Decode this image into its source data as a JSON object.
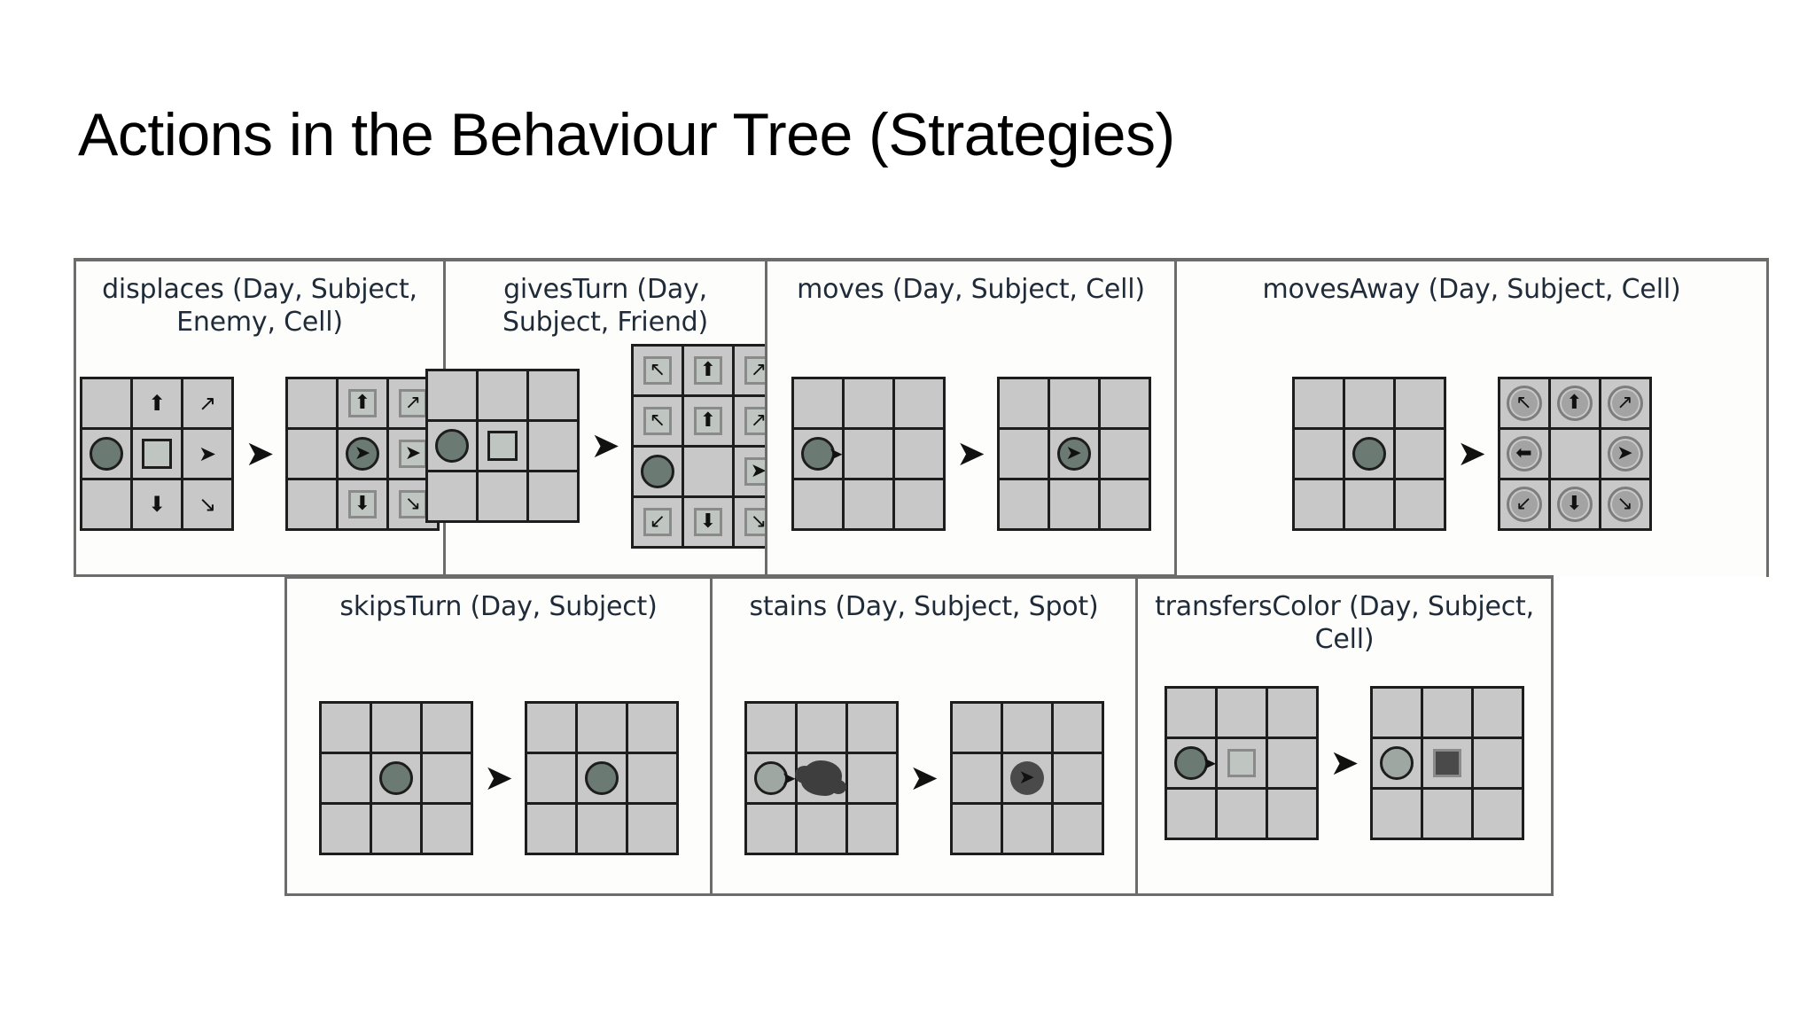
{
  "slide": {
    "title": "Actions in the Behaviour Tree (Strategies)"
  },
  "figure": {
    "rows": [
      {
        "name": "top-row",
        "panels": [
          {
            "id": "displaces",
            "title": "displaces (Day, Subject, Enemy, Cell)"
          },
          {
            "id": "givesTurn",
            "title": "givesTurn (Day, Subject, Friend)"
          },
          {
            "id": "moves",
            "title": "moves (Day, Subject, Cell)"
          },
          {
            "id": "movesAway",
            "title": "movesAway (Day, Subject, Cell)"
          }
        ]
      },
      {
        "name": "bottom-row",
        "panels": [
          {
            "id": "skipsTurn",
            "title": "skipsTurn (Day, Subject)"
          },
          {
            "id": "stains",
            "title": "stains (Day, Subject, Spot)"
          },
          {
            "id": "transfersColor",
            "title": "transfersColor (Day, Subject, Cell)"
          }
        ]
      }
    ]
  },
  "icons": {
    "step_arrow": "➤",
    "mini_arrow": "➤",
    "arrow_up": "⬆",
    "arrow_down": "⬇",
    "arrow_left": "⬅",
    "arrow_right": "➤",
    "arrow_up_left": "↖",
    "arrow_up_right": "↗",
    "arrow_down_left": "↙",
    "arrow_down_right": "↘"
  },
  "colors": {
    "subject_circle": "#6b7a73",
    "light_circle": "#9fa7a3",
    "cell_fill": "#c8c8c8",
    "grid_line": "#1d1d1d",
    "panel_border": "#6c6c6c",
    "panel_bg": "#fdfdfb",
    "title_text": "#1f2b38",
    "token_square": "#bfc6c2",
    "filled_square": "#4a4a4a",
    "stain": "#3e3e3e",
    "ring_circle": "#a3a3a3"
  },
  "diagrams": {
    "displaces": {
      "before": {
        "rows": 3,
        "cols": 3,
        "cells": [
          {
            "r": 0,
            "c": 1,
            "glyph": "arrow_up"
          },
          {
            "r": 0,
            "c": 2,
            "glyph": "arrow_up_right"
          },
          {
            "r": 1,
            "c": 0,
            "token": "circle"
          },
          {
            "r": 1,
            "c": 1,
            "token": "square"
          },
          {
            "r": 1,
            "c": 2,
            "glyph": "arrow_right"
          },
          {
            "r": 2,
            "c": 1,
            "glyph": "arrow_down"
          },
          {
            "r": 2,
            "c": 2,
            "glyph": "arrow_down_right"
          }
        ]
      },
      "after": {
        "rows": 3,
        "cols": 3,
        "cells": [
          {
            "r": 0,
            "c": 1,
            "token": "ghost-square",
            "glyph": "arrow_up"
          },
          {
            "r": 0,
            "c": 2,
            "token": "ghost-square",
            "glyph": "arrow_up_right"
          },
          {
            "r": 1,
            "c": 1,
            "token": "circle",
            "glyph": "arrow_right"
          },
          {
            "r": 1,
            "c": 2,
            "token": "ghost-square",
            "glyph": "arrow_right"
          },
          {
            "r": 2,
            "c": 1,
            "token": "ghost-square",
            "glyph": "arrow_down"
          },
          {
            "r": 2,
            "c": 2,
            "token": "ghost-square",
            "glyph": "arrow_down_right"
          }
        ]
      }
    },
    "givesTurn": {
      "before": {
        "rows": 3,
        "cols": 3,
        "cells": [
          {
            "r": 1,
            "c": 0,
            "token": "circle"
          },
          {
            "r": 1,
            "c": 1,
            "token": "square"
          }
        ]
      },
      "after": {
        "rows": 4,
        "cols": 3,
        "cells": [
          {
            "r": 0,
            "c": 0,
            "token": "ghost-square",
            "glyph": "arrow_up_left"
          },
          {
            "r": 0,
            "c": 1,
            "token": "ghost-square",
            "glyph": "arrow_up"
          },
          {
            "r": 0,
            "c": 2,
            "token": "ghost-square",
            "glyph": "arrow_up_right"
          },
          {
            "r": 1,
            "c": 0,
            "token": "ghost-square",
            "glyph": "arrow_up_left"
          },
          {
            "r": 1,
            "c": 1,
            "token": "ghost-square",
            "glyph": "arrow_up"
          },
          {
            "r": 1,
            "c": 2,
            "token": "ghost-square",
            "glyph": "arrow_up_right"
          },
          {
            "r": 2,
            "c": 0,
            "token": "circle"
          },
          {
            "r": 2,
            "c": 2,
            "token": "ghost-square",
            "glyph": "arrow_right"
          },
          {
            "r": 3,
            "c": 0,
            "token": "ghost-square",
            "glyph": "arrow_down_left"
          },
          {
            "r": 3,
            "c": 1,
            "token": "ghost-square",
            "glyph": "arrow_down"
          },
          {
            "r": 3,
            "c": 2,
            "token": "ghost-square",
            "glyph": "arrow_down_right"
          }
        ]
      }
    },
    "moves": {
      "before": {
        "rows": 3,
        "cols": 3,
        "cells": [
          {
            "r": 1,
            "c": 0,
            "token": "circle",
            "trail": "arrow_right"
          }
        ]
      },
      "after": {
        "rows": 3,
        "cols": 3,
        "cells": [
          {
            "r": 1,
            "c": 1,
            "token": "circle",
            "glyph": "arrow_right"
          }
        ]
      }
    },
    "movesAway": {
      "before": {
        "rows": 3,
        "cols": 3,
        "cells": [
          {
            "r": 1,
            "c": 1,
            "token": "circle"
          }
        ]
      },
      "after": {
        "rows": 3,
        "cols": 3,
        "cells": [
          {
            "r": 0,
            "c": 0,
            "token": "ring-circle",
            "glyph": "arrow_up_left"
          },
          {
            "r": 0,
            "c": 1,
            "token": "ring-circle",
            "glyph": "arrow_up"
          },
          {
            "r": 0,
            "c": 2,
            "token": "ring-circle",
            "glyph": "arrow_up_right"
          },
          {
            "r": 1,
            "c": 0,
            "token": "ring-circle",
            "glyph": "arrow_left"
          },
          {
            "r": 1,
            "c": 2,
            "token": "ring-circle",
            "glyph": "arrow_right"
          },
          {
            "r": 2,
            "c": 0,
            "token": "ring-circle",
            "glyph": "arrow_down_left"
          },
          {
            "r": 2,
            "c": 1,
            "token": "ring-circle",
            "glyph": "arrow_down"
          },
          {
            "r": 2,
            "c": 2,
            "token": "ring-circle",
            "glyph": "arrow_down_right"
          }
        ]
      }
    },
    "skipsTurn": {
      "before": {
        "rows": 3,
        "cols": 3,
        "cells": [
          {
            "r": 1,
            "c": 1,
            "token": "circle"
          }
        ]
      },
      "after": {
        "rows": 3,
        "cols": 3,
        "cells": [
          {
            "r": 1,
            "c": 1,
            "token": "circle"
          }
        ]
      }
    },
    "stains": {
      "before": {
        "rows": 3,
        "cols": 3,
        "cells": [
          {
            "r": 1,
            "c": 0,
            "token": "light-circle",
            "trail": "mini_arrow"
          },
          {
            "r": 1,
            "c": 1,
            "token": "blob"
          }
        ]
      },
      "after": {
        "rows": 3,
        "cols": 3,
        "cells": [
          {
            "r": 1,
            "c": 1,
            "token": "dark-spot",
            "glyph": "arrow_right"
          }
        ]
      }
    },
    "transfersColor": {
      "before": {
        "rows": 3,
        "cols": 3,
        "cells": [
          {
            "r": 1,
            "c": 0,
            "token": "circle",
            "trail": "mini_arrow"
          },
          {
            "r": 1,
            "c": 1,
            "token": "ghost-square"
          }
        ]
      },
      "after": {
        "rows": 3,
        "cols": 3,
        "cells": [
          {
            "r": 1,
            "c": 0,
            "token": "light-circle"
          },
          {
            "r": 1,
            "c": 1,
            "token": "filled-square"
          }
        ]
      }
    }
  }
}
